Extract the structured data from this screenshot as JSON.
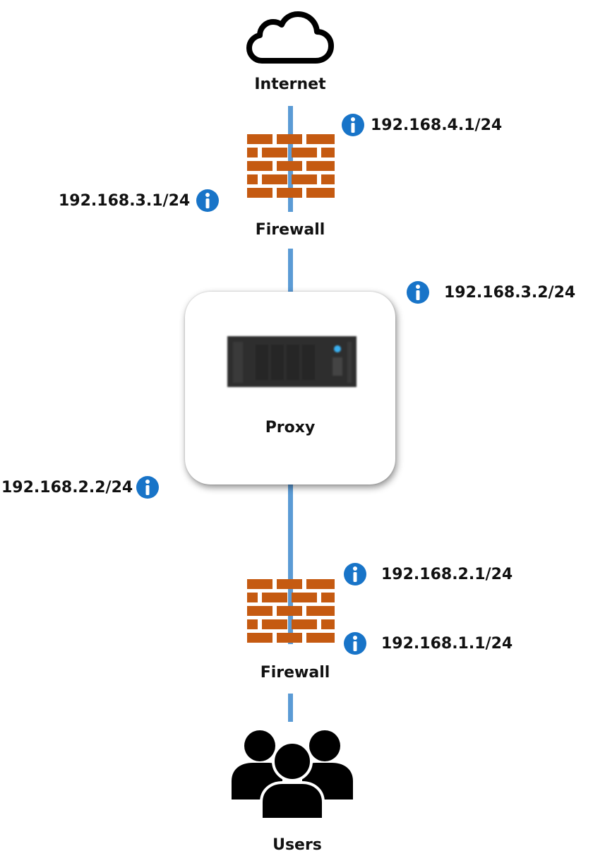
{
  "diagram": {
    "title": "Network topology: Users to Internet through Firewall, Proxy, Firewall",
    "colors": {
      "link": "#5b9bd5",
      "firewall_brick": "#c55a11",
      "info_icon": "#1874c8",
      "text": "#111111",
      "server_body": "#2e2e2e",
      "server_led": "#3ab0f0"
    },
    "nodes": {
      "internet": {
        "label": "Internet",
        "icon": "cloud-icon"
      },
      "firewall_top": {
        "label": "Firewall",
        "icon": "brick-wall-icon"
      },
      "proxy": {
        "label": "Proxy",
        "icon": "server-icon"
      },
      "firewall_bottom": {
        "label": "Firewall",
        "icon": "brick-wall-icon"
      },
      "users": {
        "label": "Users",
        "icon": "users-group-icon"
      }
    },
    "interfaces": {
      "fw_top_outside": {
        "ip": "192.168.4.1/24",
        "icon": "info-icon"
      },
      "fw_top_inside": {
        "ip": "192.168.3.1/24",
        "icon": "info-icon"
      },
      "proxy_outside": {
        "ip": "192.168.3.2/24",
        "icon": "info-icon"
      },
      "proxy_inside": {
        "ip": "192.168.2.2/24",
        "icon": "info-icon"
      },
      "fw_bottom_outside": {
        "ip": "192.168.2.1/24",
        "icon": "info-icon"
      },
      "fw_bottom_inside": {
        "ip": "192.168.1.1/24",
        "icon": "info-icon"
      }
    },
    "links": [
      {
        "from": "internet",
        "to": "firewall_top"
      },
      {
        "from": "firewall_top",
        "to": "proxy"
      },
      {
        "from": "proxy",
        "to": "firewall_bottom"
      },
      {
        "from": "firewall_bottom",
        "to": "users"
      }
    ]
  }
}
